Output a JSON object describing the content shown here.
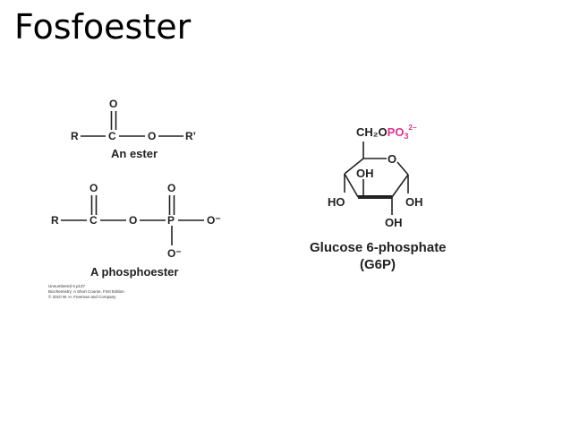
{
  "title": "Fosfoester",
  "ester": {
    "atoms": {
      "o_top": "O",
      "r": "R",
      "c": "C",
      "o": "O",
      "r_prime": "R’"
    },
    "caption": "An ester"
  },
  "phosphoester": {
    "atoms": {
      "o_top1": "O",
      "o_top2": "O",
      "r": "R",
      "c": "C",
      "o_mid": "O",
      "p": "P",
      "o_right": "O⁻",
      "o_bottom": "O⁻"
    },
    "caption": "A phosphoester"
  },
  "credits": [
    "Unnumbered 9 p137",
    "Biochemistry: A Short Course, First Edition",
    "© 2010 W. H. Freeman and Company"
  ],
  "glucose6p": {
    "ch2o": "CH₂O",
    "po3": "PO",
    "po3_sub": "3",
    "po3_sup": "2−",
    "ring_o": "O",
    "oh_top": "OH",
    "ho_left": "HO",
    "oh_right": "OH",
    "oh_bottom": "OH",
    "caption_line1": "Glucose 6-phosphate",
    "caption_line2": "(G6P)",
    "highlight_color": "#e0338f"
  }
}
